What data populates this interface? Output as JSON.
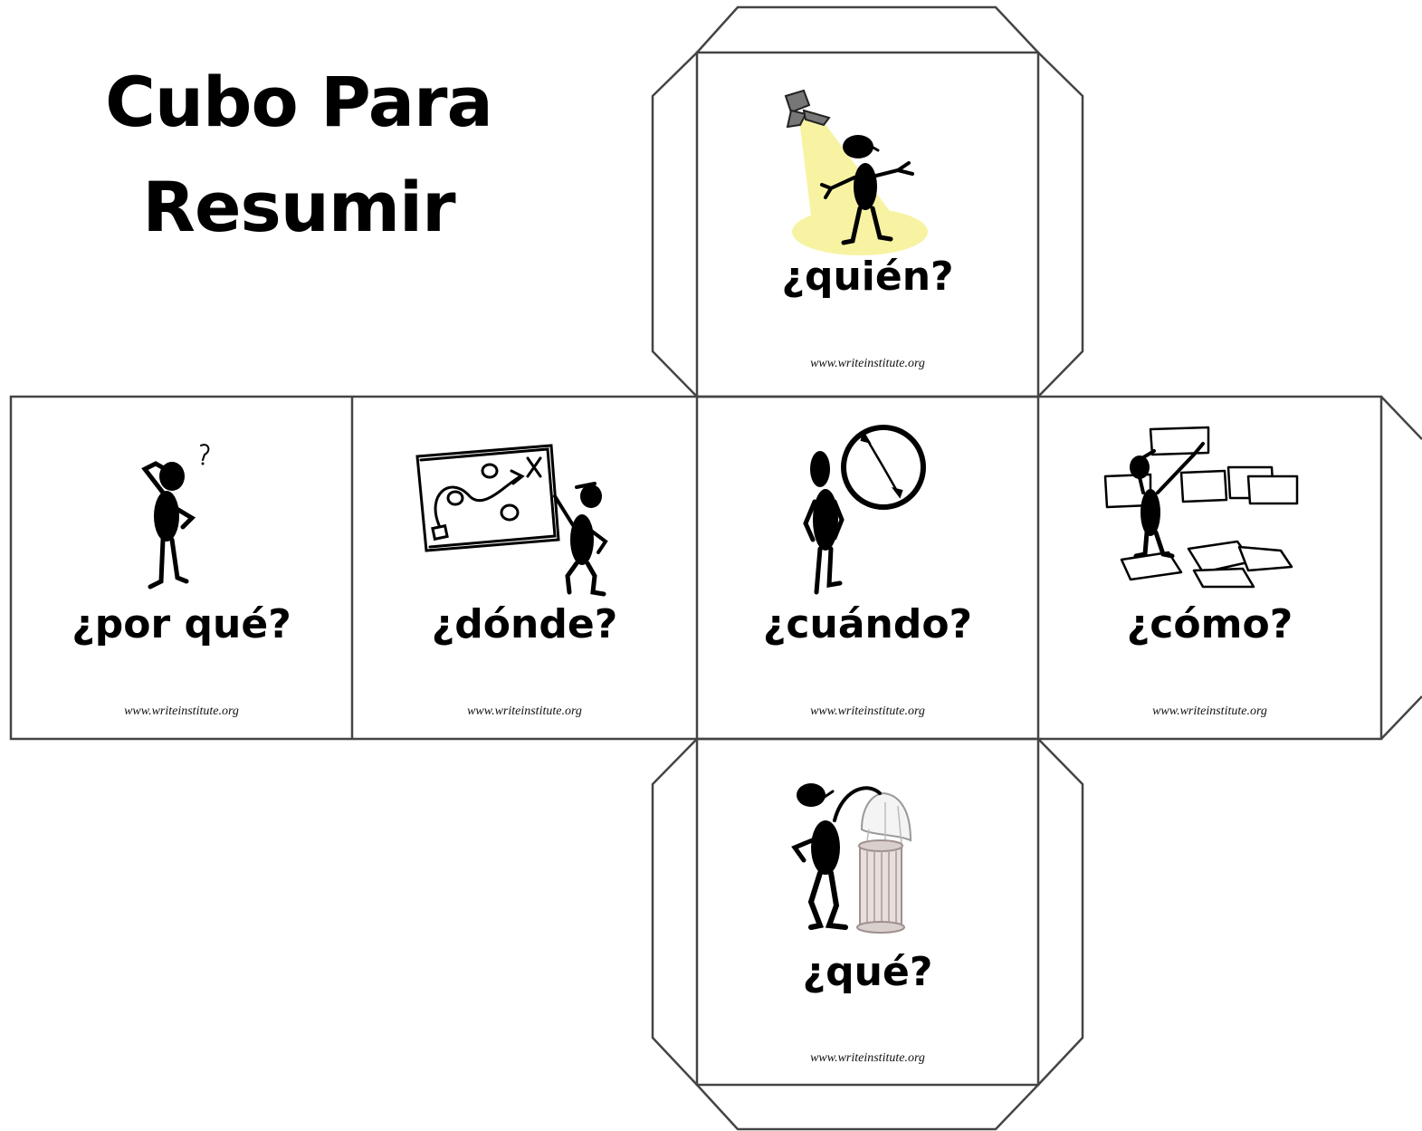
{
  "title": {
    "line1": "Cubo Para",
    "line2": "Resumir"
  },
  "faces": {
    "quien": {
      "label": "¿quién?",
      "url": "www.writeinstitute.org",
      "icon": "spotlight-figure-icon"
    },
    "porque": {
      "label": "¿por qué?",
      "url": "www.writeinstitute.org",
      "icon": "thinking-figure-icon"
    },
    "donde": {
      "label": "¿dónde?",
      "url": "www.writeinstitute.org",
      "icon": "map-figure-icon"
    },
    "cuando": {
      "label": "¿cuándo?",
      "url": "www.writeinstitute.org",
      "icon": "clock-figure-icon"
    },
    "como": {
      "label": "¿cómo?",
      "url": "www.writeinstitute.org",
      "icon": "papers-figure-icon"
    },
    "que": {
      "label": "¿qué?",
      "url": "www.writeinstitute.org",
      "icon": "lamp-figure-icon"
    }
  },
  "colors": {
    "outline": "#444444",
    "spotlight": "#f7f3a3"
  }
}
